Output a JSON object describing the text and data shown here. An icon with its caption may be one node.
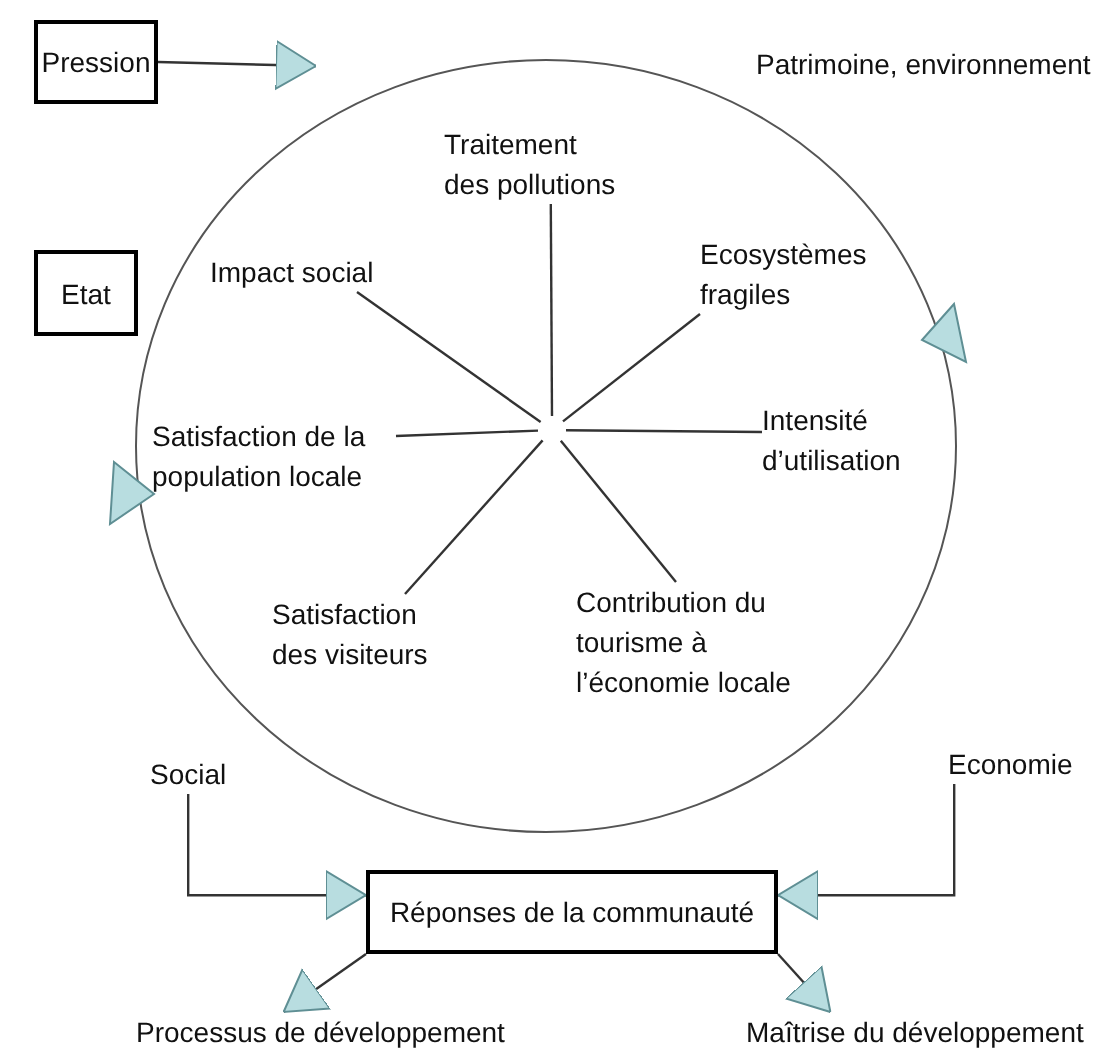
{
  "diagram": {
    "nodes": [
      {
        "text": [
          "Pression"
        ]
      },
      {
        "text": [
          "Patrimoine, environnement"
        ]
      },
      {
        "text": [
          "Etat"
        ]
      },
      {
        "text": [
          "Traitement des pollutions"
        ]
      },
      {
        "text": [
          "Impact social"
        ]
      },
      {
        "text": [
          "Ecosystèmes fragiles"
        ]
      },
      {
        "text": [
          "Intensité d’utilisation"
        ]
      },
      {
        "text": [
          "Satisfaction de la population locale"
        ]
      },
      {
        "text": [
          "Satisfaction des visiteurs"
        ]
      },
      {
        "text": [
          "Contribution du tourisme à l’économie locale"
        ]
      },
      {
        "text": [
          "Social"
        ]
      },
      {
        "text": [
          "Economie"
        ]
      },
      {
        "text": [
          "Réponses de la communauté"
        ]
      },
      {
        "text": [
          "Processus de développement"
        ]
      },
      {
        "text": [
          "Maîtrise du développement"
        ]
      }
    ],
    "edges": [
      {
        "from": 0,
        "to": null,
        "arrow": "to"
      },
      {
        "from": 10,
        "to": 12,
        "arrow": "to"
      },
      {
        "from": 11,
        "to": 12,
        "arrow": "to"
      },
      {
        "from": 12,
        "to": 13,
        "arrow": "to"
      },
      {
        "from": 12,
        "to": 14,
        "arrow": "to"
      },
      {
        "from": 3,
        "to": null,
        "arrow": "none"
      },
      {
        "from": 4,
        "to": null,
        "arrow": "none"
      },
      {
        "from": 5,
        "to": null,
        "arrow": "none"
      },
      {
        "from": 6,
        "to": null,
        "arrow": "none"
      },
      {
        "from": 7,
        "to": null,
        "arrow": "none"
      },
      {
        "from": 8,
        "to": null,
        "arrow": "none"
      },
      {
        "from": 9,
        "to": null,
        "arrow": "none"
      }
    ]
  }
}
